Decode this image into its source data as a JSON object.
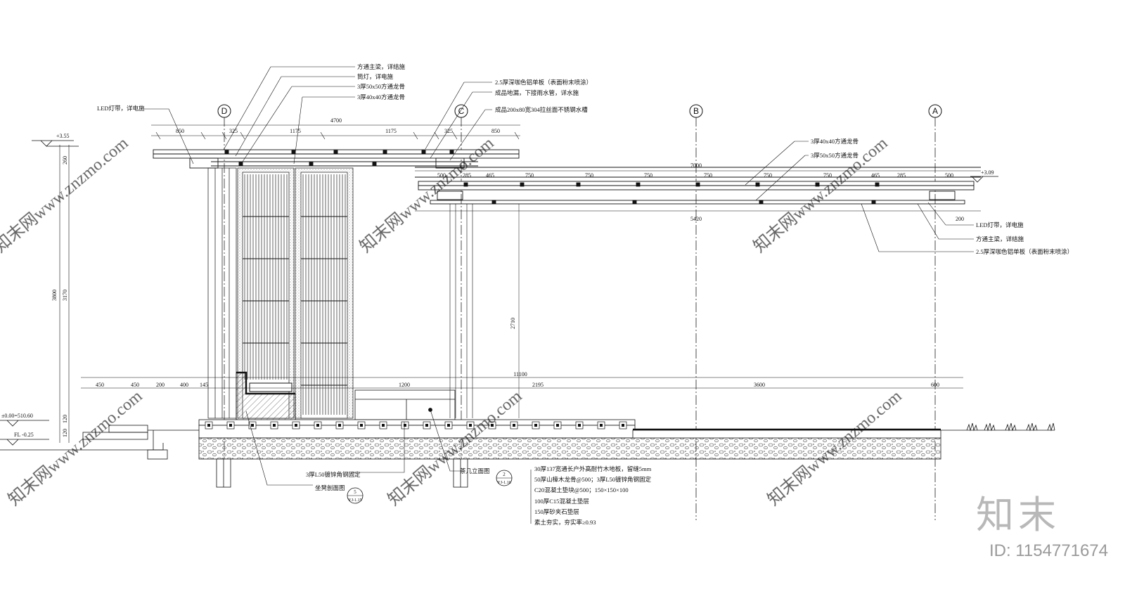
{
  "axes": [
    "D",
    "C",
    "B",
    "A"
  ],
  "levels": {
    "top_left": "+3.55",
    "top_right": "+3.09",
    "ground": "±0.00=510.60",
    "fl": "FL -0.25"
  },
  "dims_top": [
    "850",
    "325",
    "1175",
    "1175",
    "325",
    "850"
  ],
  "dim_total_top": "4700",
  "dims_right": [
    "500",
    "285",
    "465",
    "750",
    "750",
    "750",
    "750",
    "750",
    "750",
    "465",
    "285",
    "500"
  ],
  "dim_total_right": "7000",
  "dim_5420": "5420",
  "dims_bottom": [
    "450",
    "450",
    "200",
    "400",
    "145",
    "1200",
    "2195",
    "3600",
    "600"
  ],
  "dim_total_bottom": "11100",
  "dims_vertical_left": [
    "3800",
    "260",
    "3170",
    "120",
    "120"
  ],
  "dim_2710": "2710",
  "dim_200": "200",
  "notes_top": [
    "方通主梁，详结施",
    "筒灯，详电施",
    "3厚50x50方通龙骨",
    "3厚40x40方通龙骨"
  ],
  "notes_top_mid": [
    "2.5厚深咖色铝单板（表面粉末喷涂）",
    "成品地漏，下接雨水管，详水施",
    "成品200x80宽304拉丝面不锈钢水槽"
  ],
  "note_led_left": "LED灯带，详电施",
  "notes_right_upper": [
    "3厚40x40方通龙骨",
    "3厚50x50方通龙骨"
  ],
  "notes_right_lower": [
    "LED灯带，详电施",
    "方通主梁，详结施",
    "2.5厚深咖色铝单板（表面粉末喷涂）"
  ],
  "notes_floor": [
    "30厚137宽通长户外高耐竹木地板，留缝5mm",
    "50厚山樟木龙骨@500；3厚L50镀锌角钢固定",
    "C20混凝土垫块@500；150×150×100",
    "100厚C15混凝土垫层",
    "150厚砂夹石垫层",
    "素土夯实，夯实率≥0.93"
  ],
  "note_angle_steel": "3厚L50镀锌角钢固定",
  "callout_seat": {
    "label": "坐凳剖面图",
    "num": "5",
    "ref": "YJ-1.15"
  },
  "callout_table": {
    "label": "茶几立面图",
    "num": "2",
    "ref": "YJ-1.16"
  },
  "watermark": {
    "logo": "知末",
    "id": "ID: 1154771674",
    "pattern": "知末网www.znzmo.com"
  },
  "colors": {
    "line": "#111111",
    "watermark": "#c8c8c8"
  }
}
